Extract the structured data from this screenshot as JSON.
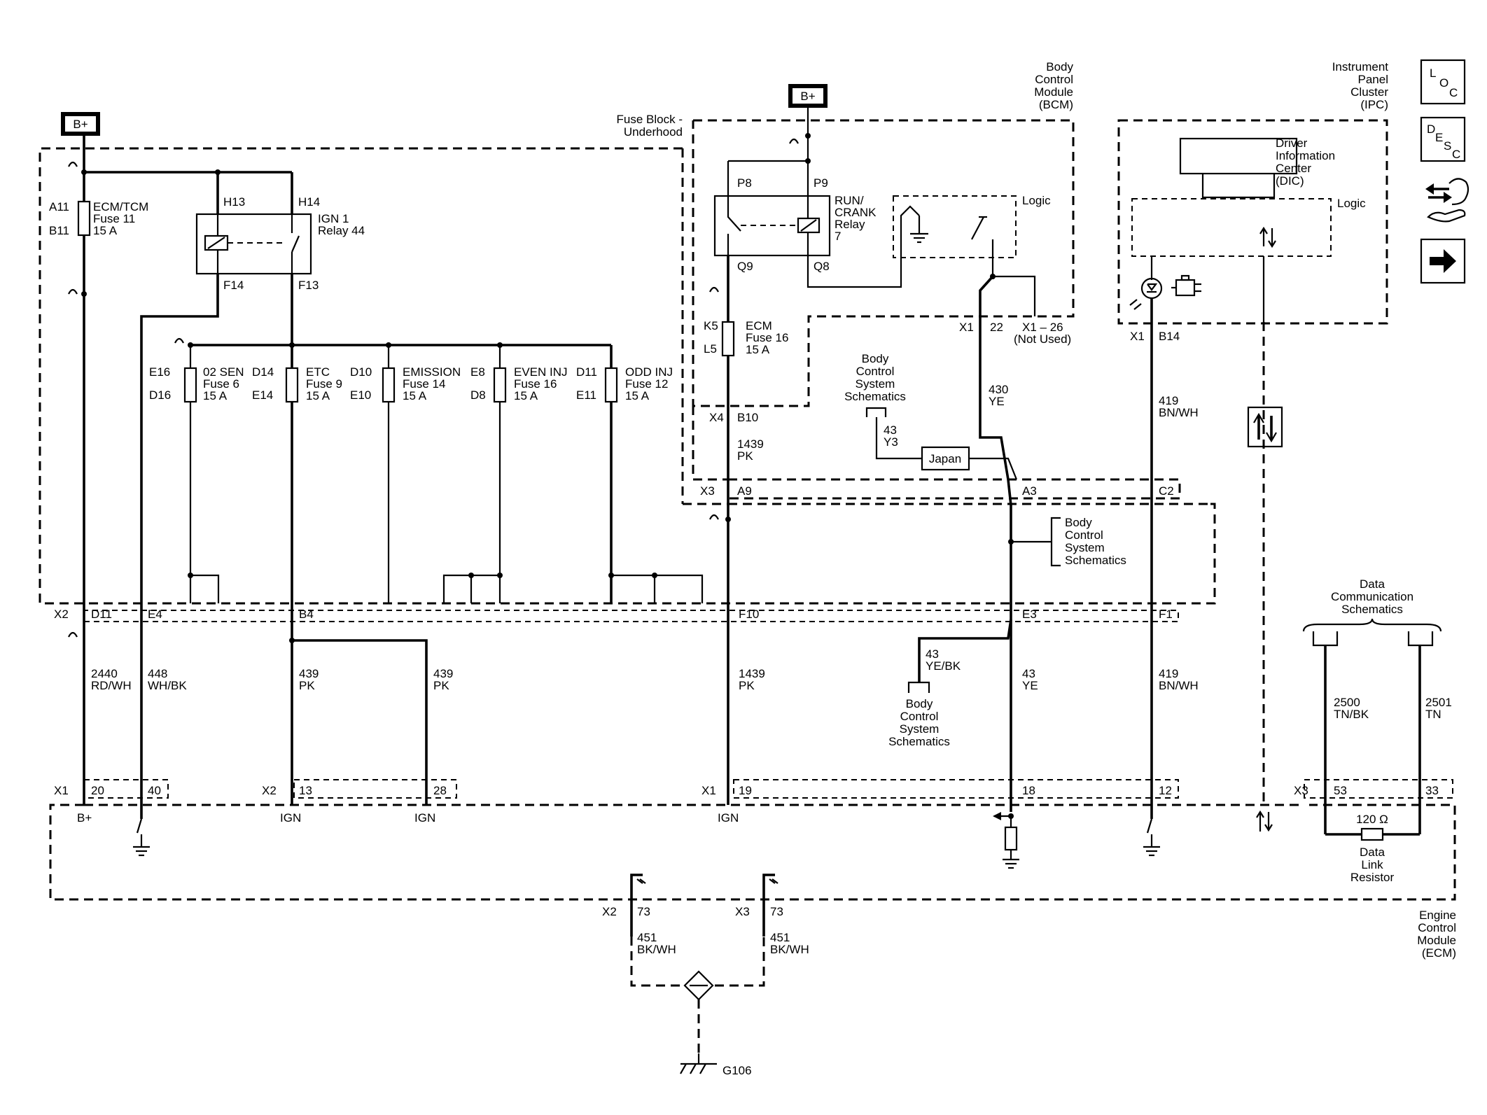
{
  "sources": {
    "bplus_1": "B+",
    "bplus_2": "B+"
  },
  "modules": {
    "fuse_block": [
      "Fuse Block -",
      "Underhood"
    ],
    "bcm": [
      "Body",
      "Control",
      "Module",
      "(BCM)"
    ],
    "ipc": [
      "Instrument",
      "Panel",
      "Cluster",
      "(IPC)"
    ],
    "ecm": [
      "Engine",
      "Control",
      "Module",
      "(ECM)"
    ],
    "dic": [
      "Driver",
      "Information",
      "Center",
      "(DIC)"
    ]
  },
  "fuses": {
    "ecm_tcm": {
      "pins": [
        "A11",
        "B11"
      ],
      "label": [
        "ECM/TCM",
        "Fuse 11",
        "15 A"
      ]
    },
    "o2sen": {
      "pins": [
        "E16",
        "D16"
      ],
      "label": [
        "02 SEN",
        "Fuse 6",
        "15 A"
      ]
    },
    "etc": {
      "pins": [
        "D14",
        "E14"
      ],
      "label": [
        "ETC",
        "Fuse 9",
        "15 A"
      ]
    },
    "emission": {
      "pins": [
        "D10",
        "E10"
      ],
      "label": [
        "EMISSION",
        "Fuse 14",
        "15 A"
      ]
    },
    "even_inj": {
      "pins": [
        "E8",
        "D8"
      ],
      "label": [
        "EVEN INJ",
        "Fuse 16",
        "15 A"
      ]
    },
    "odd_inj": {
      "pins": [
        "D11",
        "E11"
      ],
      "label": [
        "ODD INJ",
        "Fuse 12",
        "15 A"
      ]
    },
    "ecm16": {
      "pins": [
        "K5",
        "L5"
      ],
      "label": [
        "ECM",
        "Fuse 16",
        "15 A"
      ]
    }
  },
  "relays": {
    "ign1": {
      "label": [
        "IGN 1",
        "Relay 44"
      ],
      "pins": [
        "H13",
        "H14",
        "F14",
        "F13"
      ]
    },
    "run_crank": {
      "label": [
        "RUN/",
        "CRANK",
        "Relay",
        "7"
      ],
      "pins": [
        "P8",
        "P9",
        "Q9",
        "Q8"
      ]
    }
  },
  "logic_labels": {
    "bcm": "Logic",
    "ipc": "Logic"
  },
  "connectors": {
    "x2_d11": [
      "X2",
      "D11"
    ],
    "e4": "E4",
    "b4": "B4",
    "f10": "F10",
    "e3": "E3",
    "f1": "F1",
    "x3_a9": [
      "X3",
      "A9"
    ],
    "a3": "A3",
    "c2": "C2",
    "x4_b10": [
      "X4",
      "B10"
    ],
    "x1_22": [
      "X1",
      "22"
    ],
    "x1_26": [
      "X1 – 26",
      "(Not Used)"
    ],
    "x1_b14": [
      "X1",
      "B14"
    ],
    "ecm_x1": [
      "X1",
      "20",
      "40"
    ],
    "ecm_x2": [
      "X2",
      "13",
      "28"
    ],
    "ecm_x1b": [
      "X1",
      "19",
      "18",
      "12"
    ],
    "ecm_x3": [
      "X3",
      "53",
      "33"
    ],
    "gnd_x2": [
      "X2",
      "73"
    ],
    "gnd_x3": [
      "X3",
      "73"
    ]
  },
  "wires": {
    "w2440": [
      "2440",
      "RD/WH"
    ],
    "w448": [
      "448",
      "WH/BK"
    ],
    "w439a": [
      "439",
      "PK"
    ],
    "w439b": [
      "439",
      "PK"
    ],
    "w1439a": [
      "1439",
      "PK"
    ],
    "w1439b": [
      "1439",
      "PK"
    ],
    "w430": [
      "430",
      "YE"
    ],
    "w43y3": [
      "43",
      "Y3"
    ],
    "w43yebk": [
      "43",
      "YE/BK"
    ],
    "w43ye": [
      "43",
      "YE"
    ],
    "w419a": [
      "419",
      "BN/WH"
    ],
    "w419b": [
      "419",
      "BN/WH"
    ],
    "w2500": [
      "2500",
      "TN/BK"
    ],
    "w2501": [
      "2501",
      "TN"
    ],
    "w451a": [
      "451",
      "BK/WH"
    ],
    "w451b": [
      "451",
      "BK/WH"
    ]
  },
  "pin_functions": {
    "bplus": "B+",
    "ign1": "IGN",
    "ign2": "IGN",
    "ign3": "IGN"
  },
  "references": {
    "bcss_1": [
      "Body",
      "Control",
      "System",
      "Schematics"
    ],
    "bcss_2": [
      "Body",
      "Control",
      "System",
      "Schematics"
    ],
    "bcss_3": [
      "Body",
      "Control",
      "System",
      "Schematics"
    ],
    "dcs": [
      "Data",
      "Communication",
      "Schematics"
    ]
  },
  "option_box": "Japan",
  "resistor": {
    "value": "120 Ω",
    "label": [
      "Data",
      "Link",
      "Resistor"
    ]
  },
  "ground": "G106",
  "nav_icons": {
    "loc": [
      "L",
      "O",
      "C"
    ],
    "desc": [
      "D",
      "E",
      "S",
      "C"
    ],
    "harness": "harness-icon",
    "next": "arrow-right-icon"
  }
}
